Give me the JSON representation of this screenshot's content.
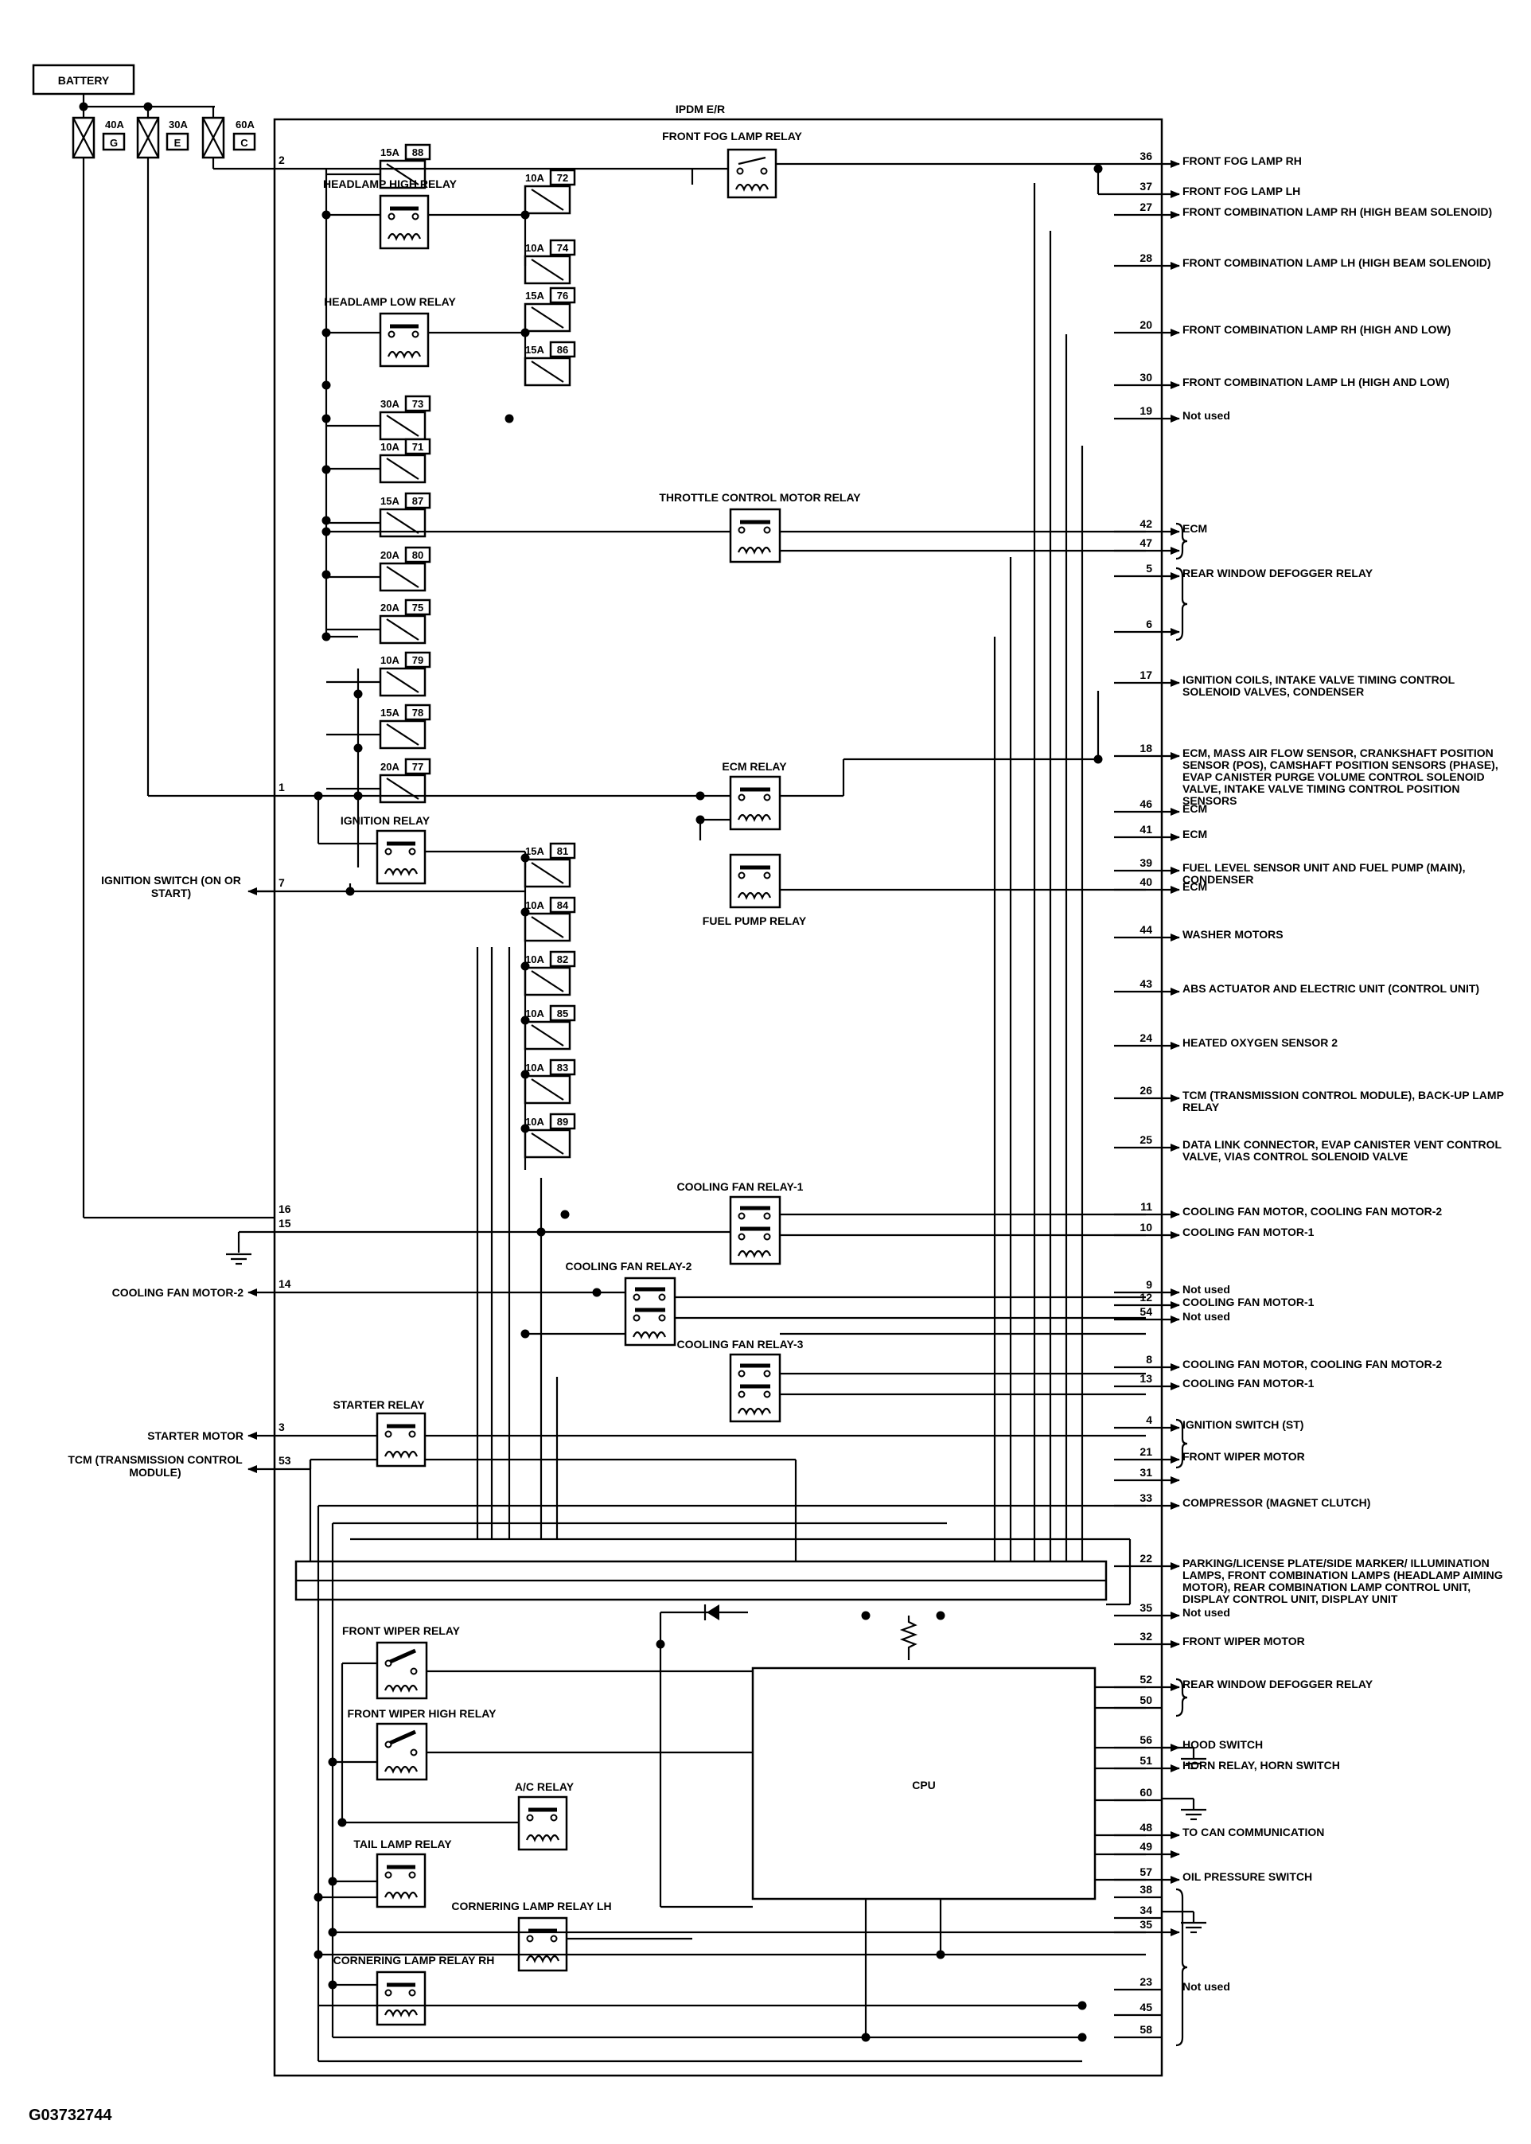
{
  "module_title": "IPDM E/R",
  "battery_label": "BATTERY",
  "fusible_links": [
    {
      "amp": "40A",
      "id": "G"
    },
    {
      "amp": "30A",
      "id": "E"
    },
    {
      "amp": "60A",
      "id": "C"
    }
  ],
  "fuses": [
    {
      "amp": "15A",
      "num": "88"
    },
    {
      "amp": "10A",
      "num": "72"
    },
    {
      "amp": "10A",
      "num": "74"
    },
    {
      "amp": "15A",
      "num": "76"
    },
    {
      "amp": "15A",
      "num": "86"
    },
    {
      "amp": "30A",
      "num": "73"
    },
    {
      "amp": "10A",
      "num": "71"
    },
    {
      "amp": "15A",
      "num": "87"
    },
    {
      "amp": "20A",
      "num": "80"
    },
    {
      "amp": "20A",
      "num": "75"
    },
    {
      "amp": "10A",
      "num": "79"
    },
    {
      "amp": "15A",
      "num": "78"
    },
    {
      "amp": "20A",
      "num": "77"
    },
    {
      "amp": "15A",
      "num": "81"
    },
    {
      "amp": "10A",
      "num": "84"
    },
    {
      "amp": "10A",
      "num": "82"
    },
    {
      "amp": "10A",
      "num": "85"
    },
    {
      "amp": "10A",
      "num": "83"
    },
    {
      "amp": "10A",
      "num": "89"
    }
  ],
  "relays": {
    "front_fog": "FRONT FOG LAMP RELAY",
    "headlamp_high": "HEADLAMP HIGH RELAY",
    "headlamp_low": "HEADLAMP LOW RELAY",
    "throttle": "THROTTLE CONTROL MOTOR RELAY",
    "ecm": "ECM RELAY",
    "ignition": "IGNITION RELAY",
    "fuel_pump": "FUEL PUMP RELAY",
    "cooling_fan_1": "COOLING FAN RELAY-1",
    "cooling_fan_2": "COOLING FAN RELAY-2",
    "cooling_fan_3": "COOLING FAN RELAY-3",
    "starter": "STARTER RELAY",
    "front_wiper": "FRONT WIPER RELAY",
    "front_wiper_high": "FRONT WIPER HIGH RELAY",
    "ac": "A/C RELAY",
    "tail_lamp": "TAIL LAMP RELAY",
    "cornering_lh": "CORNERING LAMP RELAY LH",
    "cornering_rh": "CORNERING LAMP RELAY RH"
  },
  "cpu_label": "CPU",
  "left_terminals": [
    {
      "pin": "2",
      "label": ""
    },
    {
      "pin": "1",
      "label": ""
    },
    {
      "pin": "7",
      "label": "IGNITION SWITCH (ON OR START)"
    },
    {
      "pin": "16",
      "label": ""
    },
    {
      "pin": "15",
      "label": ""
    },
    {
      "pin": "14",
      "label": "COOLING FAN MOTOR-2"
    },
    {
      "pin": "3",
      "label": "STARTER MOTOR"
    },
    {
      "pin": "53",
      "label": "TCM (TRANSMISSION CONTROL MODULE)"
    }
  ],
  "right_terminals": [
    {
      "pin": "36",
      "label": "FRONT FOG LAMP RH"
    },
    {
      "pin": "37",
      "label": "FRONT FOG LAMP LH"
    },
    {
      "pin": "27",
      "label": "FRONT COMBINATION LAMP RH (HIGH BEAM SOLENOID)"
    },
    {
      "pin": "28",
      "label": "FRONT COMBINATION LAMP LH (HIGH BEAM SOLENOID)"
    },
    {
      "pin": "20",
      "label": "FRONT COMBINATION LAMP RH (HIGH AND LOW)"
    },
    {
      "pin": "30",
      "label": "FRONT COMBINATION LAMP LH (HIGH AND LOW)"
    },
    {
      "pin": "19",
      "label": "Not used"
    },
    {
      "pin": "42",
      "label": "ECM"
    },
    {
      "pin": "47",
      "label": ""
    },
    {
      "pin": "5",
      "label": "REAR WINDOW DEFOGGER RELAY"
    },
    {
      "pin": "6",
      "label": ""
    },
    {
      "pin": "17",
      "label": "IGNITION COILS, INTAKE VALVE TIMING CONTROL SOLENOID VALVES, CONDENSER"
    },
    {
      "pin": "18",
      "label": "ECM, MASS AIR FLOW SENSOR, CRANKSHAFT POSITION SENSOR (POS), CAMSHAFT POSITION SENSORS (PHASE), EVAP CANISTER PURGE VOLUME CONTROL SOLENOID VALVE, INTAKE VALVE TIMING CONTROL POSITION SENSORS"
    },
    {
      "pin": "46",
      "label": "ECM"
    },
    {
      "pin": "41",
      "label": "ECM"
    },
    {
      "pin": "39",
      "label": "FUEL LEVEL SENSOR UNIT AND FUEL PUMP (MAIN), CONDENSER"
    },
    {
      "pin": "40",
      "label": "ECM"
    },
    {
      "pin": "44",
      "label": "WASHER MOTORS"
    },
    {
      "pin": "43",
      "label": "ABS ACTUATOR AND ELECTRIC UNIT (CONTROL UNIT)"
    },
    {
      "pin": "24",
      "label": "HEATED OXYGEN SENSOR 2"
    },
    {
      "pin": "26",
      "label": "TCM (TRANSMISSION CONTROL MODULE), BACK-UP LAMP RELAY"
    },
    {
      "pin": "25",
      "label": "DATA LINK CONNECTOR, EVAP CANISTER VENT CONTROL VALVE, VIAS CONTROL SOLENOID VALVE"
    },
    {
      "pin": "11",
      "label": "COOLING FAN MOTOR, COOLING FAN MOTOR-2"
    },
    {
      "pin": "10",
      "label": "COOLING FAN MOTOR-1"
    },
    {
      "pin": "9",
      "label": "Not used"
    },
    {
      "pin": "12",
      "label": "COOLING FAN MOTOR-1"
    },
    {
      "pin": "54",
      "label": "Not used"
    },
    {
      "pin": "8",
      "label": "COOLING FAN MOTOR, COOLING FAN MOTOR-2"
    },
    {
      "pin": "13",
      "label": "COOLING FAN MOTOR-1"
    },
    {
      "pin": "4",
      "label": "IGNITION SWITCH (ST)"
    },
    {
      "pin": "21",
      "label": "FRONT WIPER MOTOR"
    },
    {
      "pin": "31",
      "label": ""
    },
    {
      "pin": "33",
      "label": "COMPRESSOR (MAGNET CLUTCH)"
    },
    {
      "pin": "22",
      "label": "PARKING/LICENSE PLATE/SIDE MARKER/ ILLUMINATION LAMPS, FRONT COMBINATION LAMPS (HEADLAMP AIMING MOTOR), REAR COMBINATION LAMP CONTROL UNIT, DISPLAY CONTROL UNIT, DISPLAY UNIT"
    },
    {
      "pin": "35",
      "label": "Not used"
    },
    {
      "pin": "32",
      "label": "FRONT WIPER MOTOR"
    },
    {
      "pin": "52",
      "label": "REAR WINDOW DEFOGGER RELAY"
    },
    {
      "pin": "50",
      "label": ""
    },
    {
      "pin": "56",
      "label": "HOOD SWITCH"
    },
    {
      "pin": "51",
      "label": "HORN RELAY, HORN SWITCH"
    },
    {
      "pin": "60",
      "label": ""
    },
    {
      "pin": "48",
      "label": "TO CAN COMMUNICATION"
    },
    {
      "pin": "49",
      "label": ""
    },
    {
      "pin": "57",
      "label": "OIL PRESSURE SWITCH"
    },
    {
      "pin": "38",
      "label": ""
    },
    {
      "pin": "34",
      "label": ""
    },
    {
      "pin": "35",
      "label": ""
    },
    {
      "pin": "23",
      "label": "Not used"
    },
    {
      "pin": "45",
      "label": ""
    },
    {
      "pin": "58",
      "label": ""
    }
  ],
  "figure_id": "G03732744"
}
